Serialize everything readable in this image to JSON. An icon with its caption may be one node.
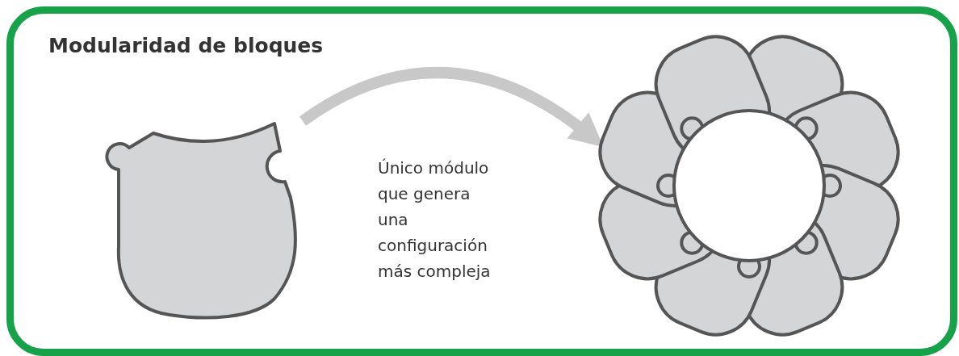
{
  "diagram": {
    "title": "Modularidad de bloques",
    "nodes": [
      {
        "text": [],
        "shape": "circle"
      },
      {
        "text": [],
        "shape": "picture"
      }
    ],
    "edges": [
      {
        "from": 0,
        "to": 1,
        "arrow": "to",
        "label": "Único módulo que genera una configuración más compleja"
      }
    ]
  }
}
